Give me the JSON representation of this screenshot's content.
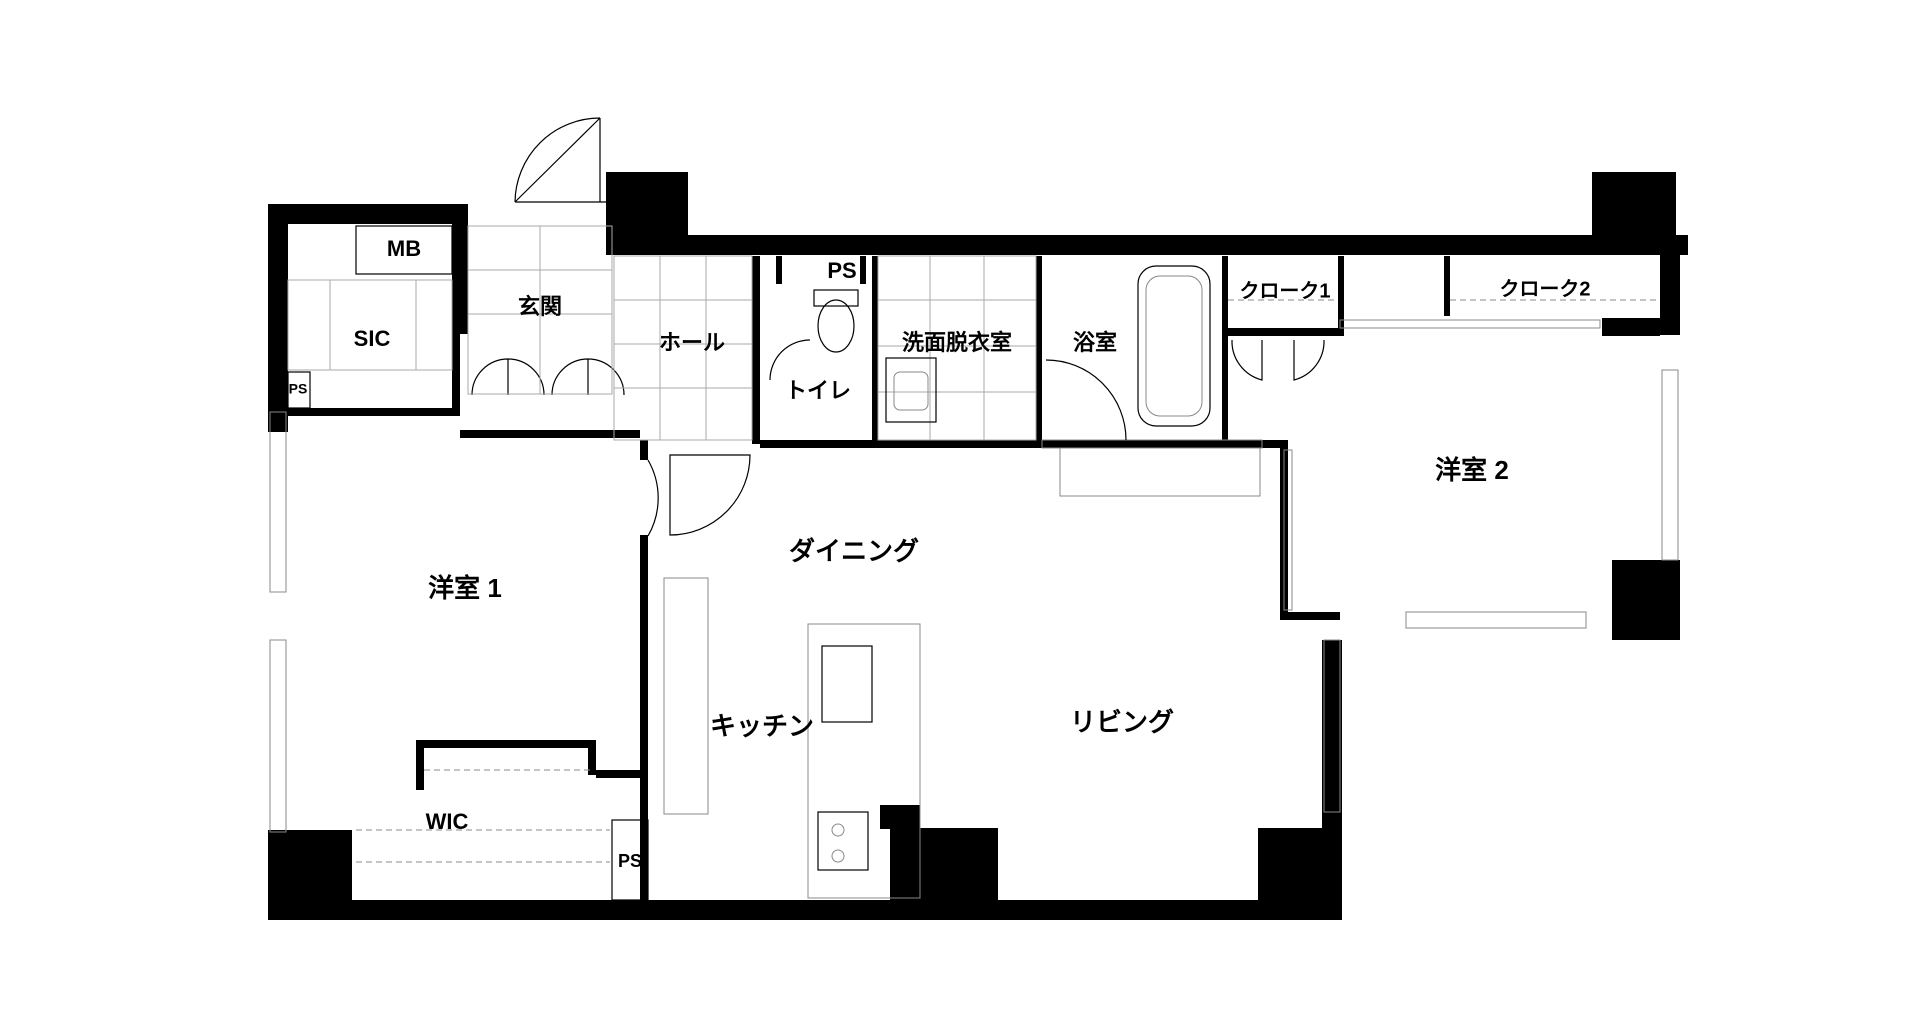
{
  "rooms": {
    "mb": "MB",
    "genkan": "玄関",
    "sic": "SIC",
    "ps_left": "PS",
    "hall": "ホール",
    "ps_top": "PS",
    "toilet": "トイレ",
    "senmen": "洗面脱衣室",
    "yokushitsu": "浴室",
    "cloak1": "クローク1",
    "cloak2": "クローク2",
    "yoshitsu1": "洋室 1",
    "yoshitsu2": "洋室 2",
    "dining": "ダイニング",
    "kitchen": "キッチン",
    "living": "リビング",
    "wic": "WIC",
    "ps_bottom": "PS"
  }
}
